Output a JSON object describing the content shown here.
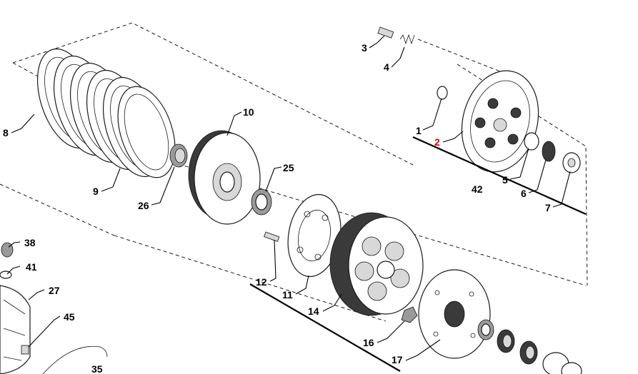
{
  "diagram": {
    "callouts": [
      {
        "id": "c3",
        "text": "3"
      },
      {
        "id": "c4",
        "text": "4"
      },
      {
        "id": "c1",
        "text": "1"
      },
      {
        "id": "c2",
        "text": "2",
        "color": "#e00000"
      },
      {
        "id": "c5",
        "text": "5"
      },
      {
        "id": "c6",
        "text": "6"
      },
      {
        "id": "c7",
        "text": "7"
      },
      {
        "id": "c42",
        "text": "42"
      },
      {
        "id": "c8",
        "text": "8"
      },
      {
        "id": "c9",
        "text": "9"
      },
      {
        "id": "c10",
        "text": "10"
      },
      {
        "id": "c25",
        "text": "25"
      },
      {
        "id": "c26",
        "text": "26"
      },
      {
        "id": "c38",
        "text": "38"
      },
      {
        "id": "c41",
        "text": "41"
      },
      {
        "id": "c27",
        "text": "27"
      },
      {
        "id": "c45",
        "text": "45"
      },
      {
        "id": "c35",
        "text": "35"
      },
      {
        "id": "c12",
        "text": "12"
      },
      {
        "id": "c11",
        "text": "11"
      },
      {
        "id": "c14",
        "text": "14"
      },
      {
        "id": "c16",
        "text": "16"
      },
      {
        "id": "c17",
        "text": "17"
      }
    ],
    "highlight_color": "#e00000"
  }
}
